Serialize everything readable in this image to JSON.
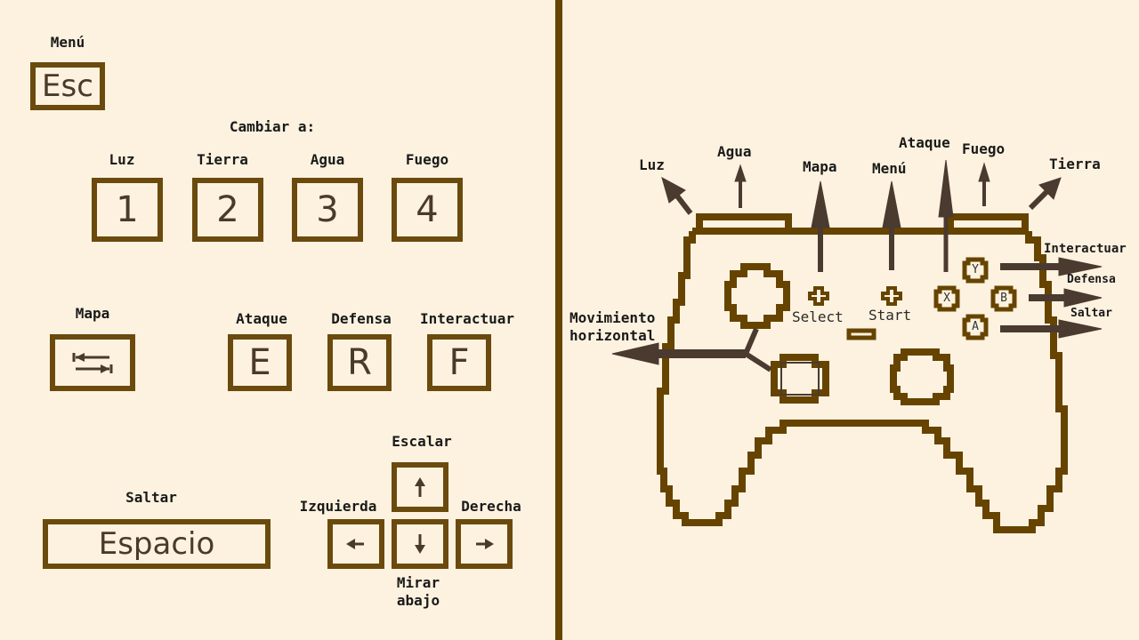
{
  "colors": {
    "background": "#fdf2df",
    "frame": "#664400",
    "arrow": "#4a3a30"
  },
  "keyboard": {
    "menu": {
      "label": "Menú",
      "key": "Esc"
    },
    "switch_header": "Cambiar a:",
    "switch": [
      {
        "label": "Luz",
        "key": "1"
      },
      {
        "label": "Tierra",
        "key": "2"
      },
      {
        "label": "Agua",
        "key": "3"
      },
      {
        "label": "Fuego",
        "key": "4"
      }
    ],
    "map": {
      "label": "Mapa",
      "icon": "tab-icon"
    },
    "actions": [
      {
        "label": "Ataque",
        "key": "E"
      },
      {
        "label": "Defensa",
        "key": "R"
      },
      {
        "label": "Interactuar",
        "key": "F"
      }
    ],
    "jump": {
      "label": "Saltar",
      "key": "Espacio"
    },
    "arrows": {
      "up_label": "Escalar",
      "left_label": "Izquierda",
      "right_label": "Derecha",
      "down_label": "Mirar abajo"
    }
  },
  "controller": {
    "labels": {
      "luz": "Luz",
      "agua": "Agua",
      "mapa": "Mapa",
      "menu": "Menú",
      "ataque": "Ataque",
      "fuego": "Fuego",
      "tierra": "Tierra",
      "interactuar": "Interactuar",
      "defensa": "Defensa",
      "saltar": "Saltar",
      "movimiento": "Movimiento horizontal"
    },
    "select": "Select",
    "start": "Start",
    "face_buttons": {
      "y": "Y",
      "x": "X",
      "b": "B",
      "a": "A"
    }
  }
}
